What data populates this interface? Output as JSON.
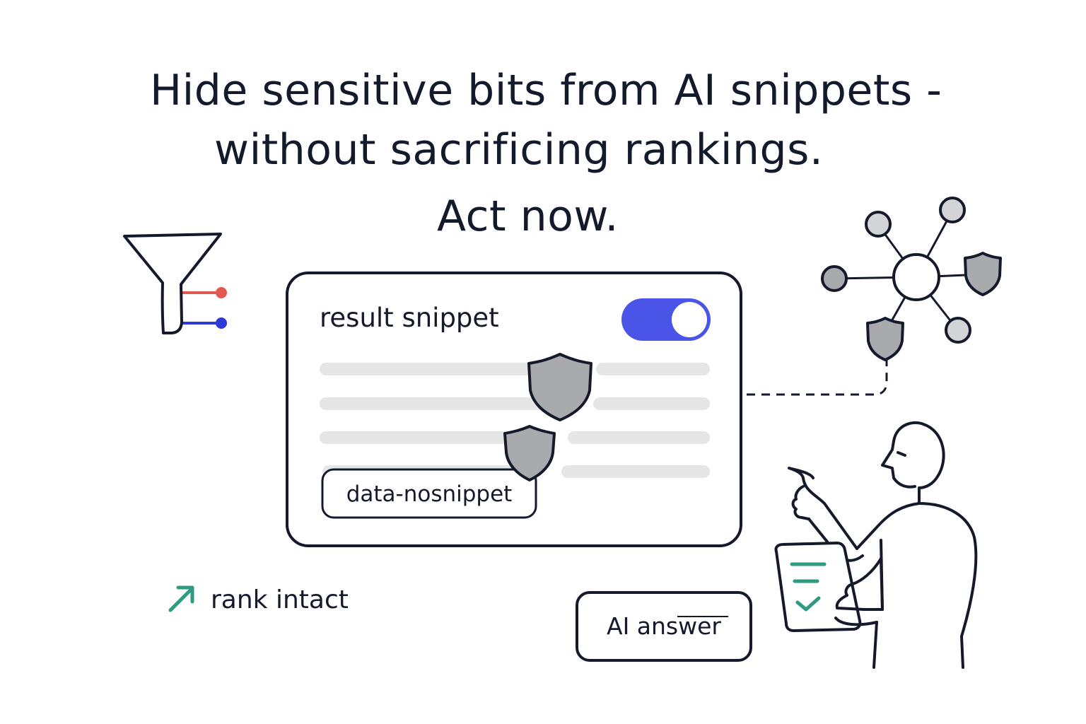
{
  "headline": {
    "line1": "Hide sensitive bits from AI snippets -",
    "line2": "without sacrificing rankings.",
    "line3": "Act now."
  },
  "card": {
    "title": "result snippet",
    "toggle_on": true,
    "chip_label": "data-nosnippet"
  },
  "rank_label": "rank intact",
  "ai_answer_label": "AI answer",
  "icons": {
    "funnel": "funnel-icon",
    "network": "network-shield-icon",
    "shield": "shield-icon",
    "trend": "trend-up-arrow-icon",
    "person": "person-with-clipboard",
    "check": "check-icon"
  },
  "colors": {
    "ink": "#141a2b",
    "toggle": "#4a55e8",
    "red_line": "#e05a52",
    "blue_line": "#2c3ad6",
    "teal": "#2e9a80",
    "shield_fill": "#a9aaad",
    "placeholder": "#e6e6e6"
  }
}
